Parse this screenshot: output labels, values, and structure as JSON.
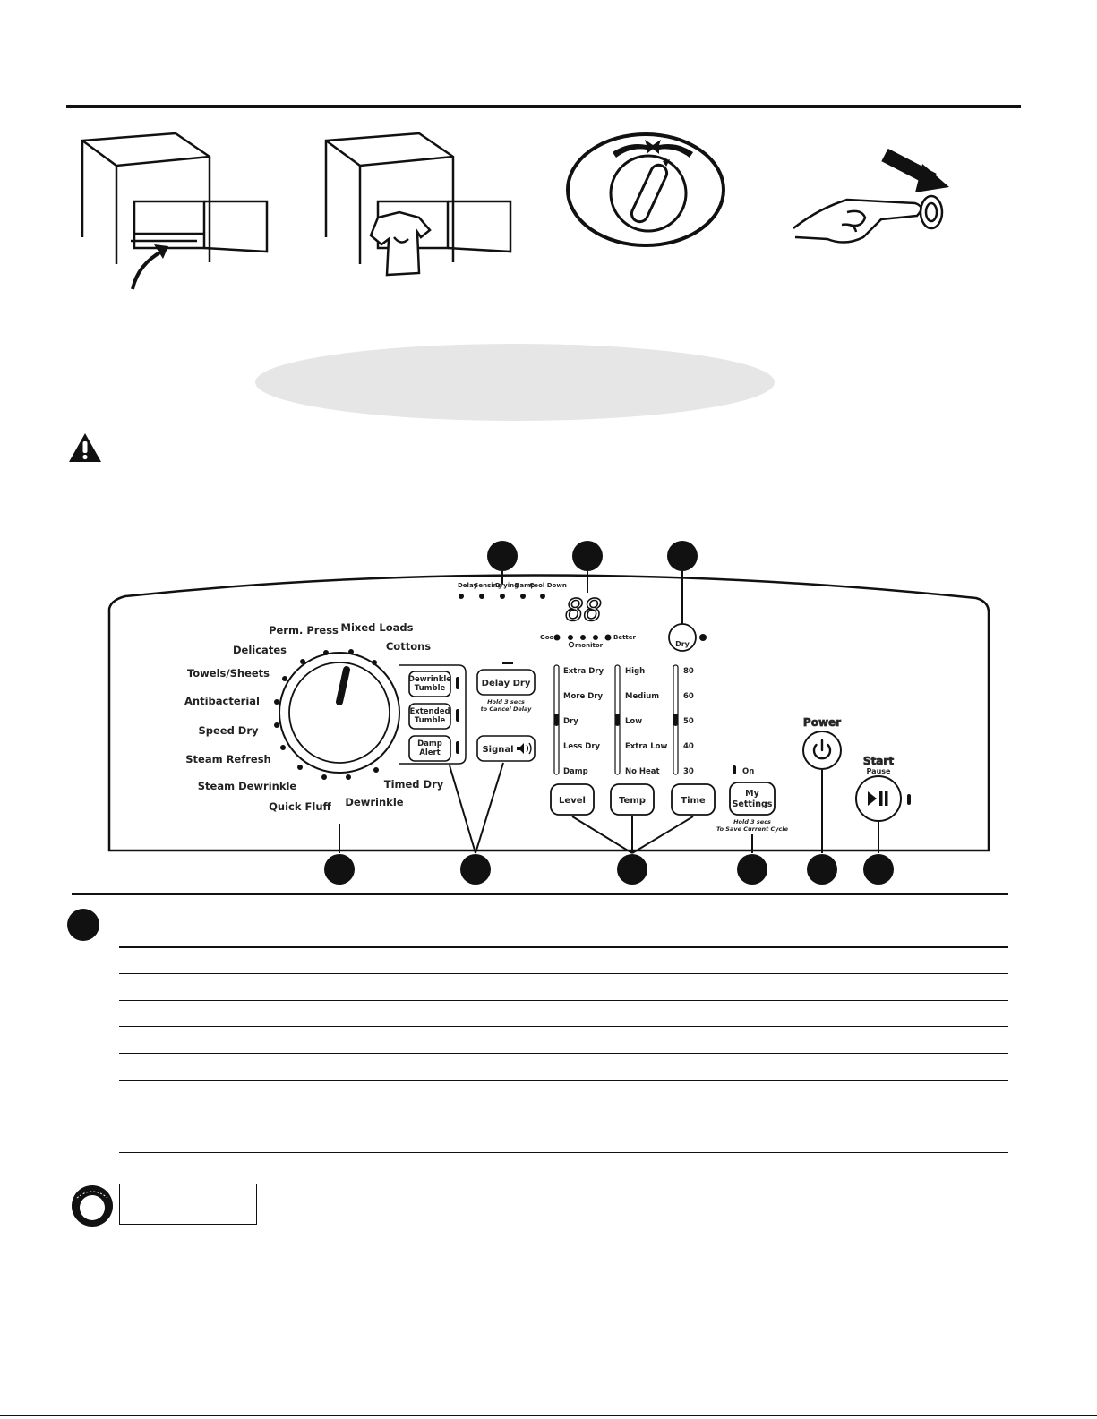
{
  "panel": {
    "status_lights": [
      "Delay",
      "Sensing",
      "Drying",
      "Damp",
      "Cool Down"
    ],
    "display_digits": "88",
    "monitor": {
      "good": "Good",
      "better": "Better",
      "label": "monitor"
    },
    "dry_button": "Dry",
    "cycles": [
      "Perm. Press",
      "Mixed Loads",
      "Delicates",
      "Cottons",
      "Towels/Sheets",
      "Antibacterial",
      "Speed Dry",
      "Steam Refresh",
      "Steam Dewrinkle",
      "Quick Fluff",
      "Dewrinkle",
      "Timed Dry"
    ],
    "option_buttons": [
      {
        "line1": "Dewrinkle",
        "line2": "Tumble"
      },
      {
        "line1": "Extended",
        "line2": "Tumble"
      },
      {
        "line1": "Damp",
        "line2": "Alert"
      }
    ],
    "delay_dry": {
      "label": "Delay Dry",
      "note1": "Hold 3 secs",
      "note2": "to Cancel Delay"
    },
    "signal_label": "Signal",
    "level": {
      "options": [
        "Extra Dry",
        "More Dry",
        "Dry",
        "Less Dry",
        "Damp"
      ],
      "selected": "Dry",
      "button": "Level"
    },
    "temp": {
      "options": [
        "High",
        "Medium",
        "Low",
        "Extra Low",
        "No Heat"
      ],
      "selected": "Low",
      "button": "Temp"
    },
    "time": {
      "options": [
        "80",
        "60",
        "50",
        "40",
        "30"
      ],
      "selected": "50",
      "button": "Time"
    },
    "my_settings": {
      "line1": "My",
      "line2": "Settings",
      "on_label": "On",
      "note1": "Hold 3 secs",
      "note2": "To Save Current Cycle"
    },
    "power_label": "Power",
    "start": {
      "label": "Start",
      "sub": "Pause"
    }
  },
  "colors": {
    "ink": "#111111",
    "pill": "#e6e6e6",
    "panel_text": "#222222"
  },
  "icons": [
    "warning-icon",
    "power-icon",
    "play-pause-icon",
    "signal-icon",
    "nsf-logo"
  ]
}
